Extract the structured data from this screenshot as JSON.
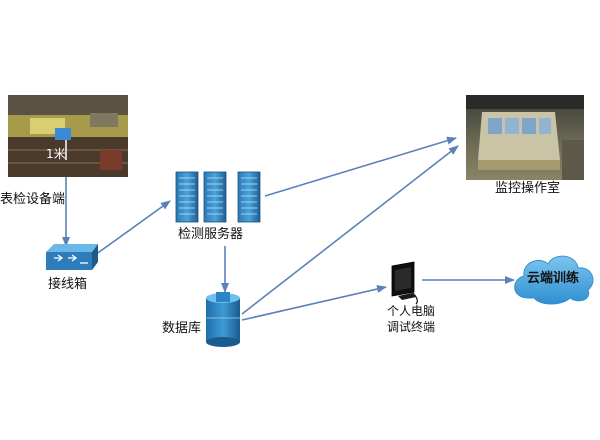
{
  "nodes": {
    "inspection_device": {
      "label": "表检设备端",
      "distance_label": "1米"
    },
    "terminal_box": {
      "label": "接线箱"
    },
    "inspection_server": {
      "label": "检测服务器"
    },
    "database": {
      "label": "数据库"
    },
    "monitoring_room": {
      "label": "监控操作室"
    },
    "personal_pc": {
      "label_line1": "个人电脑",
      "label_line2": "调试终端"
    },
    "cloud_training": {
      "label": "云端训练"
    }
  },
  "colors": {
    "arrow": "#5b82b8",
    "device_blue": "#2e7fbf",
    "cloud_fill": "#4aa8e0"
  }
}
